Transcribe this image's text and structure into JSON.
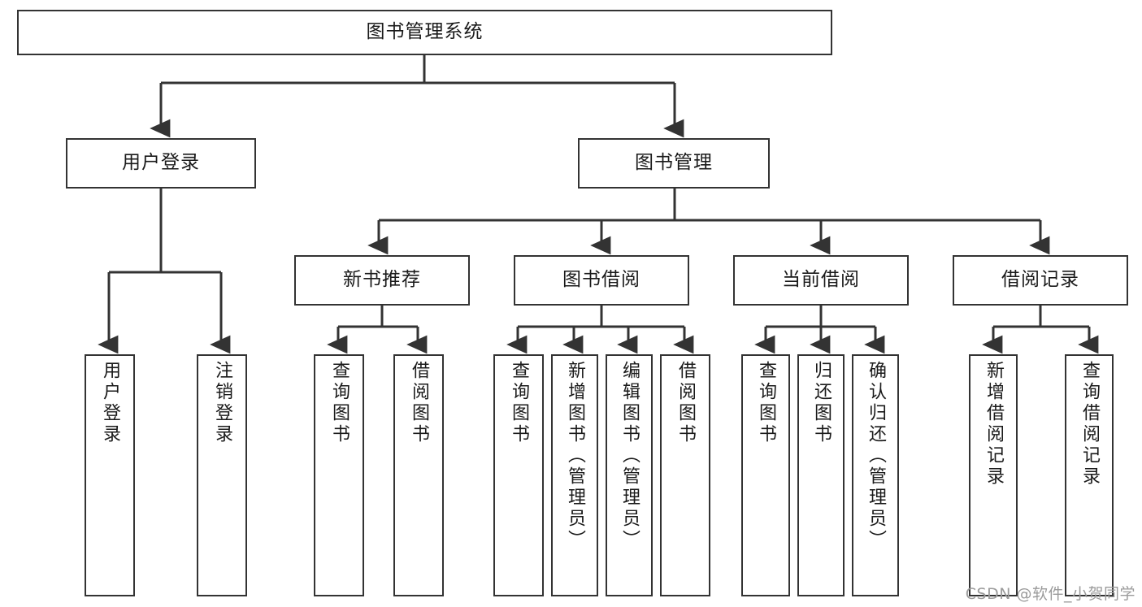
{
  "diagram": {
    "type": "tree",
    "title": "图书管理系统",
    "watermark": "CSDN @软件_小贺同学",
    "colors": {
      "stroke": "#333333",
      "fill": "#ffffff",
      "text": "#1a1a1a",
      "watermark": "#9b9b9b"
    },
    "nodes": {
      "root": {
        "label": "图书管理系统",
        "orientation": "horizontal"
      },
      "level2": [
        {
          "id": "user-login",
          "label": "用户登录",
          "orientation": "horizontal"
        },
        {
          "id": "book-manage",
          "label": "图书管理",
          "orientation": "horizontal"
        }
      ],
      "level3": [
        {
          "id": "new-book-rec",
          "label": "新书推荐",
          "orientation": "horizontal"
        },
        {
          "id": "book-borrow",
          "label": "图书借阅",
          "orientation": "horizontal"
        },
        {
          "id": "current-borrow",
          "label": "当前借阅",
          "orientation": "horizontal"
        },
        {
          "id": "borrow-record",
          "label": "借阅记录",
          "orientation": "horizontal"
        }
      ],
      "leaves": [
        {
          "id": "leaf-user-login",
          "label": "用户登录",
          "parent": "user-login",
          "orientation": "vertical"
        },
        {
          "id": "leaf-logout",
          "label": "注销登录",
          "parent": "user-login",
          "orientation": "vertical"
        },
        {
          "id": "leaf-query-book-1",
          "label": "查询图书",
          "parent": "new-book-rec",
          "orientation": "vertical"
        },
        {
          "id": "leaf-borrow-book-1",
          "label": "借阅图书",
          "parent": "new-book-rec",
          "orientation": "vertical"
        },
        {
          "id": "leaf-query-book-2",
          "label": "查询图书",
          "parent": "book-borrow",
          "orientation": "vertical"
        },
        {
          "id": "leaf-add-book",
          "label": "新增图书（管理员）",
          "parent": "book-borrow",
          "orientation": "vertical"
        },
        {
          "id": "leaf-edit-book",
          "label": "编辑图书（管理员）",
          "parent": "book-borrow",
          "orientation": "vertical"
        },
        {
          "id": "leaf-borrow-book-2",
          "label": "借阅图书",
          "parent": "book-borrow",
          "orientation": "vertical"
        },
        {
          "id": "leaf-query-book-3",
          "label": "查询图书",
          "parent": "current-borrow",
          "orientation": "vertical"
        },
        {
          "id": "leaf-return-book",
          "label": "归还图书",
          "parent": "current-borrow",
          "orientation": "vertical"
        },
        {
          "id": "leaf-confirm-return",
          "label": "确认归还（管理员）",
          "parent": "current-borrow",
          "orientation": "vertical"
        },
        {
          "id": "leaf-add-record",
          "label": "新增借阅记录",
          "parent": "borrow-record",
          "orientation": "vertical"
        },
        {
          "id": "leaf-query-record",
          "label": "查询借阅记录",
          "parent": "borrow-record",
          "orientation": "vertical"
        }
      ]
    }
  }
}
